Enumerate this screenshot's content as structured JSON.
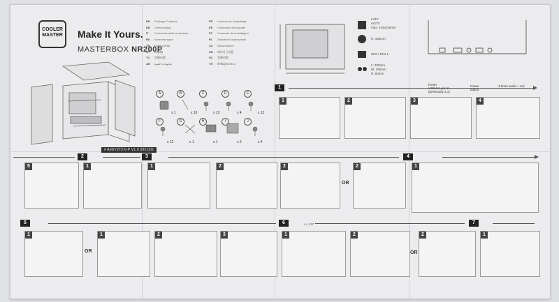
{
  "brand": {
    "logo_line1": "COOLER",
    "logo_line2": "MASTER",
    "tagline": "Make It Yours.",
    "model_prefix": "MASTERBOX",
    "model_name": "NR200P"
  },
  "doc_code": "# A9SY2T2-0-P  V1.0 2021/05",
  "languages": [
    {
      "code": "EN",
      "text": "Package Contents"
    },
    {
      "code": "FR",
      "text": "Contenu de l'emballage"
    },
    {
      "code": "DE",
      "text": "Lieferumfang"
    },
    {
      "code": "ES",
      "text": "Contenido del paquete"
    },
    {
      "code": "IT",
      "text": "Contenuto della confezione"
    },
    {
      "code": "PT",
      "text": "Conteúdo da embalagem"
    },
    {
      "code": "RU",
      "text": "Комплектация"
    },
    {
      "code": "PL",
      "text": "Zawartość opakowania"
    },
    {
      "code": "TR",
      "text": "Paket içeriği"
    },
    {
      "code": "CZ",
      "text": "Obsah balení"
    },
    {
      "code": "JP",
      "text": "内容物"
    },
    {
      "code": "KR",
      "text": "패키지 구성품"
    },
    {
      "code": "TC",
      "text": "包裝內容"
    },
    {
      "code": "SC",
      "text": "包装内容"
    },
    {
      "code": "AR",
      "text": "محتويات العبوة"
    },
    {
      "code": "TH",
      "text": "สิ่งที่อยู่ในกล่อง"
    }
  ],
  "parts": [
    {
      "letter": "A",
      "qty": "x 1"
    },
    {
      "letter": "B",
      "qty": "x 10"
    },
    {
      "letter": "C",
      "qty": "x 12"
    },
    {
      "letter": "D",
      "qty": "x 4"
    },
    {
      "letter": "E",
      "qty": "x 12"
    },
    {
      "letter": "F",
      "qty": "x 12"
    },
    {
      "letter": "G",
      "qty": "x 1"
    },
    {
      "letter": "H",
      "qty": "x 1"
    },
    {
      "letter": "I",
      "qty": "x 2"
    },
    {
      "letter": "J",
      "qty": "x 4"
    }
  ],
  "specs": {
    "mb": "mITX\nmSTX\nmax. 244x226mm",
    "cooler": "H: 155mm",
    "psu": "SFX / SFX-L",
    "gpu": "L: 330mm\nW: 156mm\nH: 60mm"
  },
  "io": {
    "usb": "Reset\nUSB 3.2 gen 2\n(previously 3.1)",
    "power": "Power\nbutton",
    "audio": "3.5mm audio + mic"
  },
  "steps": [
    "1",
    "2",
    "3",
    "4",
    "5",
    "6",
    "7"
  ],
  "or_label": "OR",
  "dim_note": "<= 2.5\""
}
